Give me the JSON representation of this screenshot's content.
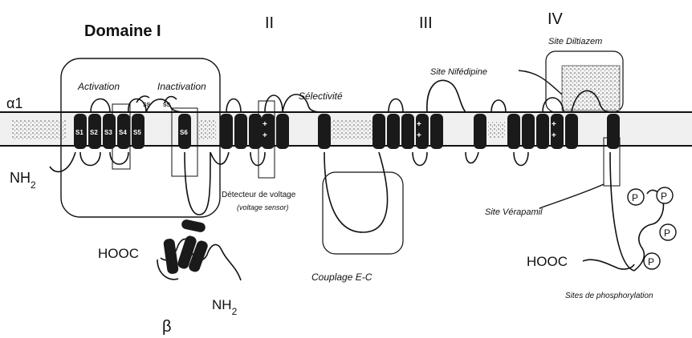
{
  "domains": {
    "d1": "Domaine I",
    "d2": "II",
    "d3": "III",
    "d4": "IV"
  },
  "subunits": {
    "alpha": "α1",
    "beta": "β"
  },
  "termini": {
    "alpha_n": "NH",
    "alpha_n_sub": "2",
    "beta_c": "HOOC",
    "beta_n": "NH",
    "beta_n_sub": "2",
    "alpha_c": "HOOC"
  },
  "segments": [
    "S1",
    "S2",
    "S3",
    "S4",
    "S5",
    "S6"
  ],
  "disulfide": "SS",
  "annotations": {
    "activation": "Activation",
    "inactivation": "Inactivation",
    "selectivity": "Sélectivité",
    "voltage_sensor": "Détecteur de voltage",
    "voltage_sensor_en": "(voltage sensor)",
    "ec_coupling": "Couplage E-C",
    "nifedipine": "Site Nifédipine",
    "diltiazem": "Site Diltiazem",
    "verapamil": "Site Vérapamil",
    "phospho_sites": "Sites de phosphorylation",
    "phospho_mark": "P"
  },
  "colors": {
    "ink": "#111111",
    "membrane_fill": "#efefef",
    "helix": "#1a1a1a"
  }
}
